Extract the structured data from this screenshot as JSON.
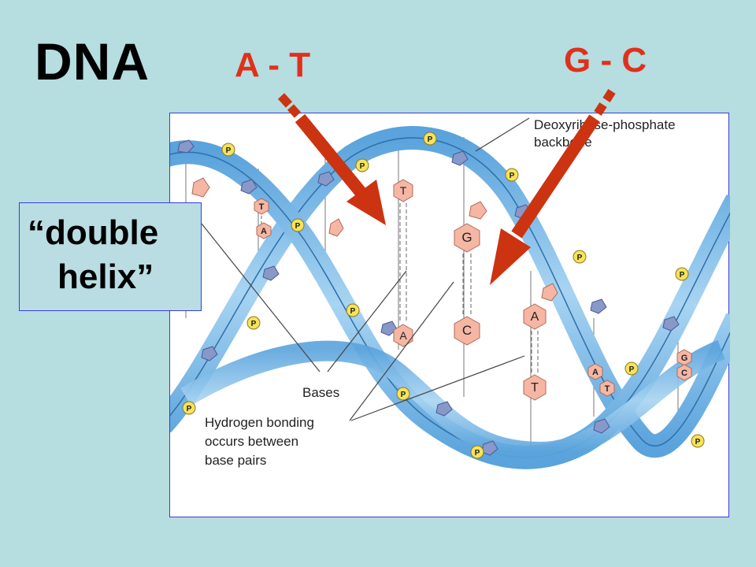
{
  "title": "DNA",
  "pairs": {
    "at": "A - T",
    "gc": "G - C"
  },
  "callout": {
    "open_quote": "“",
    "line1": "double",
    "line2": "helix",
    "close_quote": "”"
  },
  "figure": {
    "labels": {
      "backbone_line1": "Deoxyribose-phosphate",
      "backbone_line2": "backbone",
      "bases": "Bases",
      "hbond_line1": "Hydrogen bonding",
      "hbond_line2": "occurs between",
      "hbond_line3": "base pairs"
    },
    "phosphate_symbol": "P",
    "base_pairs": [
      {
        "top": "T",
        "bottom": "A"
      },
      {
        "top": "G",
        "bottom": "C"
      },
      {
        "top": "A",
        "bottom": "T"
      },
      {
        "top": "T",
        "bottom": "A"
      },
      {
        "top": "A",
        "bottom": "T"
      },
      {
        "top": "G",
        "bottom": "C"
      }
    ]
  },
  "colors": {
    "background": "#b6dde0",
    "arrow": "#cc3311",
    "pair_label": "#e0301c",
    "ribbon": "#7ab8e4",
    "ribbon_edge": "#3d86c4",
    "sugar": "#8898c8",
    "phosphate": "#f6e35a",
    "base": "#f6b6a4"
  }
}
